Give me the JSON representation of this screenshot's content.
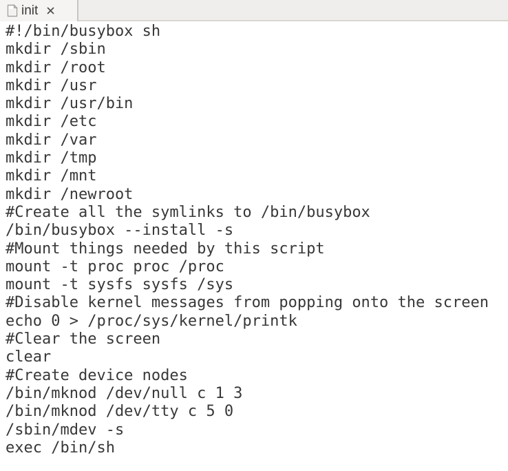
{
  "window": {
    "kind": "text-editor"
  },
  "tab": {
    "title": "init",
    "close_glyph": "×",
    "icon": "document-icon"
  },
  "editor": {
    "lines": [
      "#!/bin/busybox sh",
      "mkdir /sbin",
      "mkdir /root",
      "mkdir /usr",
      "mkdir /usr/bin",
      "mkdir /etc",
      "mkdir /var",
      "mkdir /tmp",
      "mkdir /mnt",
      "mkdir /newroot",
      "#Create all the symlinks to /bin/busybox",
      "/bin/busybox --install -s",
      "#Mount things needed by this script",
      "mount -t proc proc /proc",
      "mount -t sysfs sysfs /sys",
      "#Disable kernel messages from popping onto the screen",
      "echo 0 > /proc/sys/kernel/printk",
      "#Clear the screen",
      "clear",
      "#Create device nodes",
      "/bin/mknod /dev/null c 1 3",
      "/bin/mknod /dev/tty c 5 0",
      "/sbin/mdev -s",
      "exec /bin/sh"
    ]
  },
  "colors": {
    "tab_active_bg": "#f5f4f2",
    "tabbar_bg": "#f0eeec",
    "tabbar_border": "#d9d6d2",
    "tab_separator": "#c8c5c1",
    "code_text": "#383838",
    "scrollbar_thumb": "#7b7b7b"
  },
  "scrollbar": {
    "orientation": "vertical",
    "position": "bottom-right"
  }
}
